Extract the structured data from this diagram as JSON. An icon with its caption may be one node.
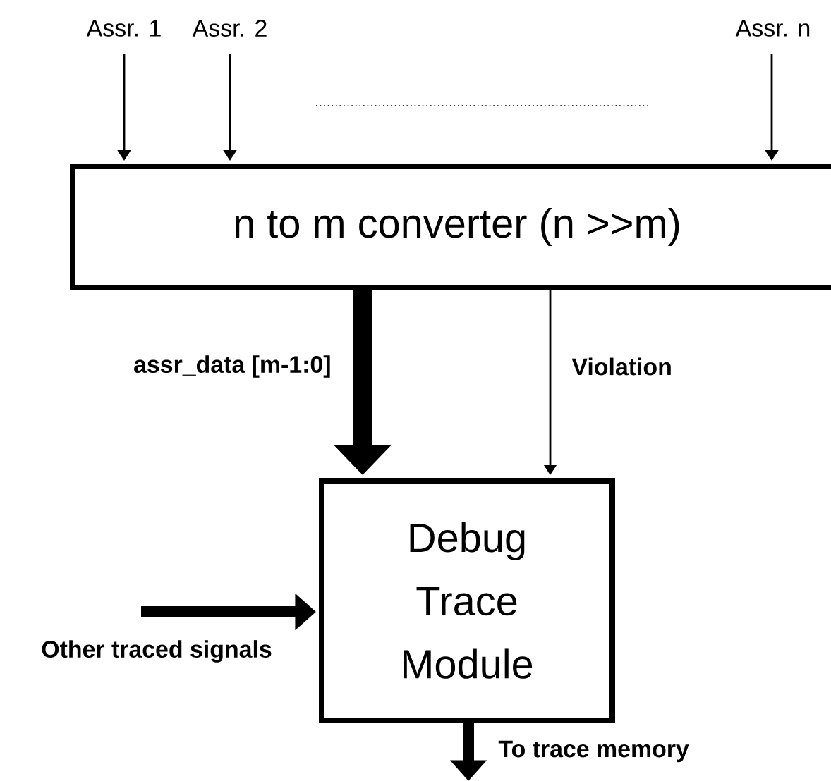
{
  "diagram": {
    "nodes": [
      {
        "text": [
          "Assr. 1"
        ]
      },
      {
        "text": [
          "Assr. 2"
        ]
      },
      {
        "text": [
          "Assr. n"
        ]
      },
      {
        "text": [
          "n to m converter (n >>m)"
        ]
      },
      {
        "text": [
          "Debug Trace Module"
        ]
      }
    ],
    "edges": [
      {
        "from": 0,
        "to": 3,
        "arrow": "to"
      },
      {
        "from": 1,
        "to": 3,
        "arrow": "to"
      },
      {
        "from": 2,
        "to": 3,
        "arrow": "to"
      },
      {
        "from": 3,
        "to": 4,
        "arrow": "to",
        "style": "thick",
        "label": "assr_data [m-1:0]"
      },
      {
        "from": 3,
        "to": 4,
        "arrow": "to",
        "label": "Violation"
      },
      {
        "from": null,
        "to": 4,
        "arrow": "to",
        "style": "thick",
        "label": "Other traced signals"
      },
      {
        "from": 4,
        "to": null,
        "arrow": "to",
        "style": "thick",
        "label": "To trace memory"
      }
    ]
  }
}
